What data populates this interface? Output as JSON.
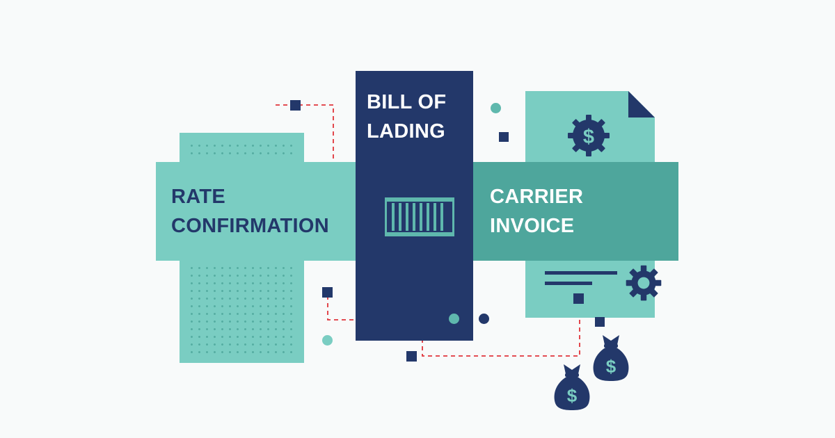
{
  "rate_confirmation": {
    "line1": "RATE",
    "line2": "CONFIRMATION"
  },
  "bill_of_lading": {
    "line1": "BILL OF",
    "line2": "LADING"
  },
  "carrier_invoice": {
    "line1": "CARRIER",
    "line2": "INVOICE"
  },
  "icons": [
    "container-icon",
    "dollar-gear-icon",
    "gear-icon",
    "money-bag-icon"
  ],
  "colors": {
    "teal_light": "#7acdc2",
    "teal_dark": "#4ea69c",
    "navy": "#23386a",
    "connector_red": "#e0343a",
    "background": "#f8fafa"
  }
}
